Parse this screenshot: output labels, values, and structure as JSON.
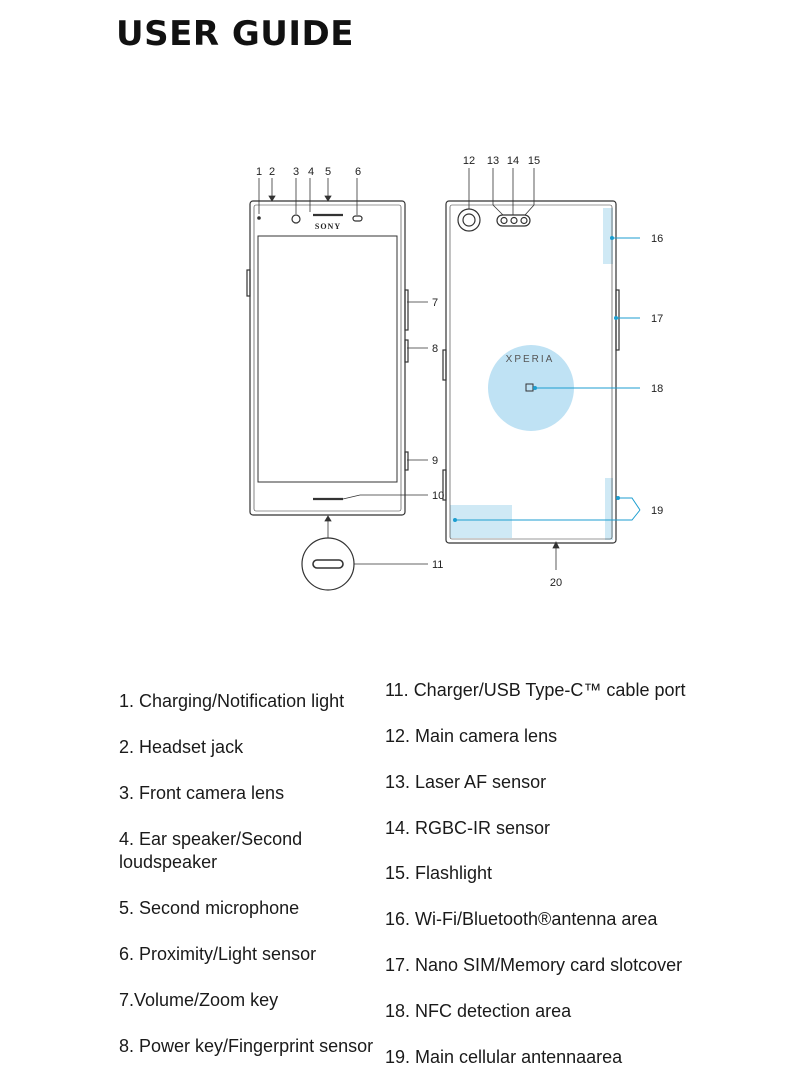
{
  "page": {
    "title": "USER GUIDE"
  },
  "diagram": {
    "front": {
      "brand": "SONY",
      "callouts": [
        "1",
        "2",
        "3",
        "4",
        "5",
        "6",
        "7",
        "8",
        "9",
        "10",
        "11"
      ]
    },
    "back": {
      "brand": "XPERIA",
      "callouts": [
        "12",
        "13",
        "14",
        "15",
        "16",
        "17",
        "18",
        "19",
        "20"
      ]
    },
    "colors": {
      "antenna": "#cfe9f5",
      "nfc": "#bfe2f4",
      "leader": "#1c9ed0",
      "outline": "#333333"
    }
  },
  "legend": {
    "left": [
      "1. Charging/Notification light",
      "2. Headset jack",
      "3. Front camera lens",
      "4. Ear speaker/Second loudspeaker",
      "5. Second microphone",
      "6. Proximity/Light sensor",
      "7.Volume/Zoom key",
      "8. Power key/Fingerprint sensor"
    ],
    "right": [
      "11. Charger/USB Type-C™ cable port",
      "12. Main camera lens",
      "13. Laser AF sensor",
      "14. RGBC-IR sensor",
      "15. Flashlight",
      "16. Wi-Fi/Bluetooth®antenna area",
      "17. Nano SIM/Memory card slotcover",
      "18. NFC detection area",
      "19. Main cellular antennaarea"
    ]
  }
}
